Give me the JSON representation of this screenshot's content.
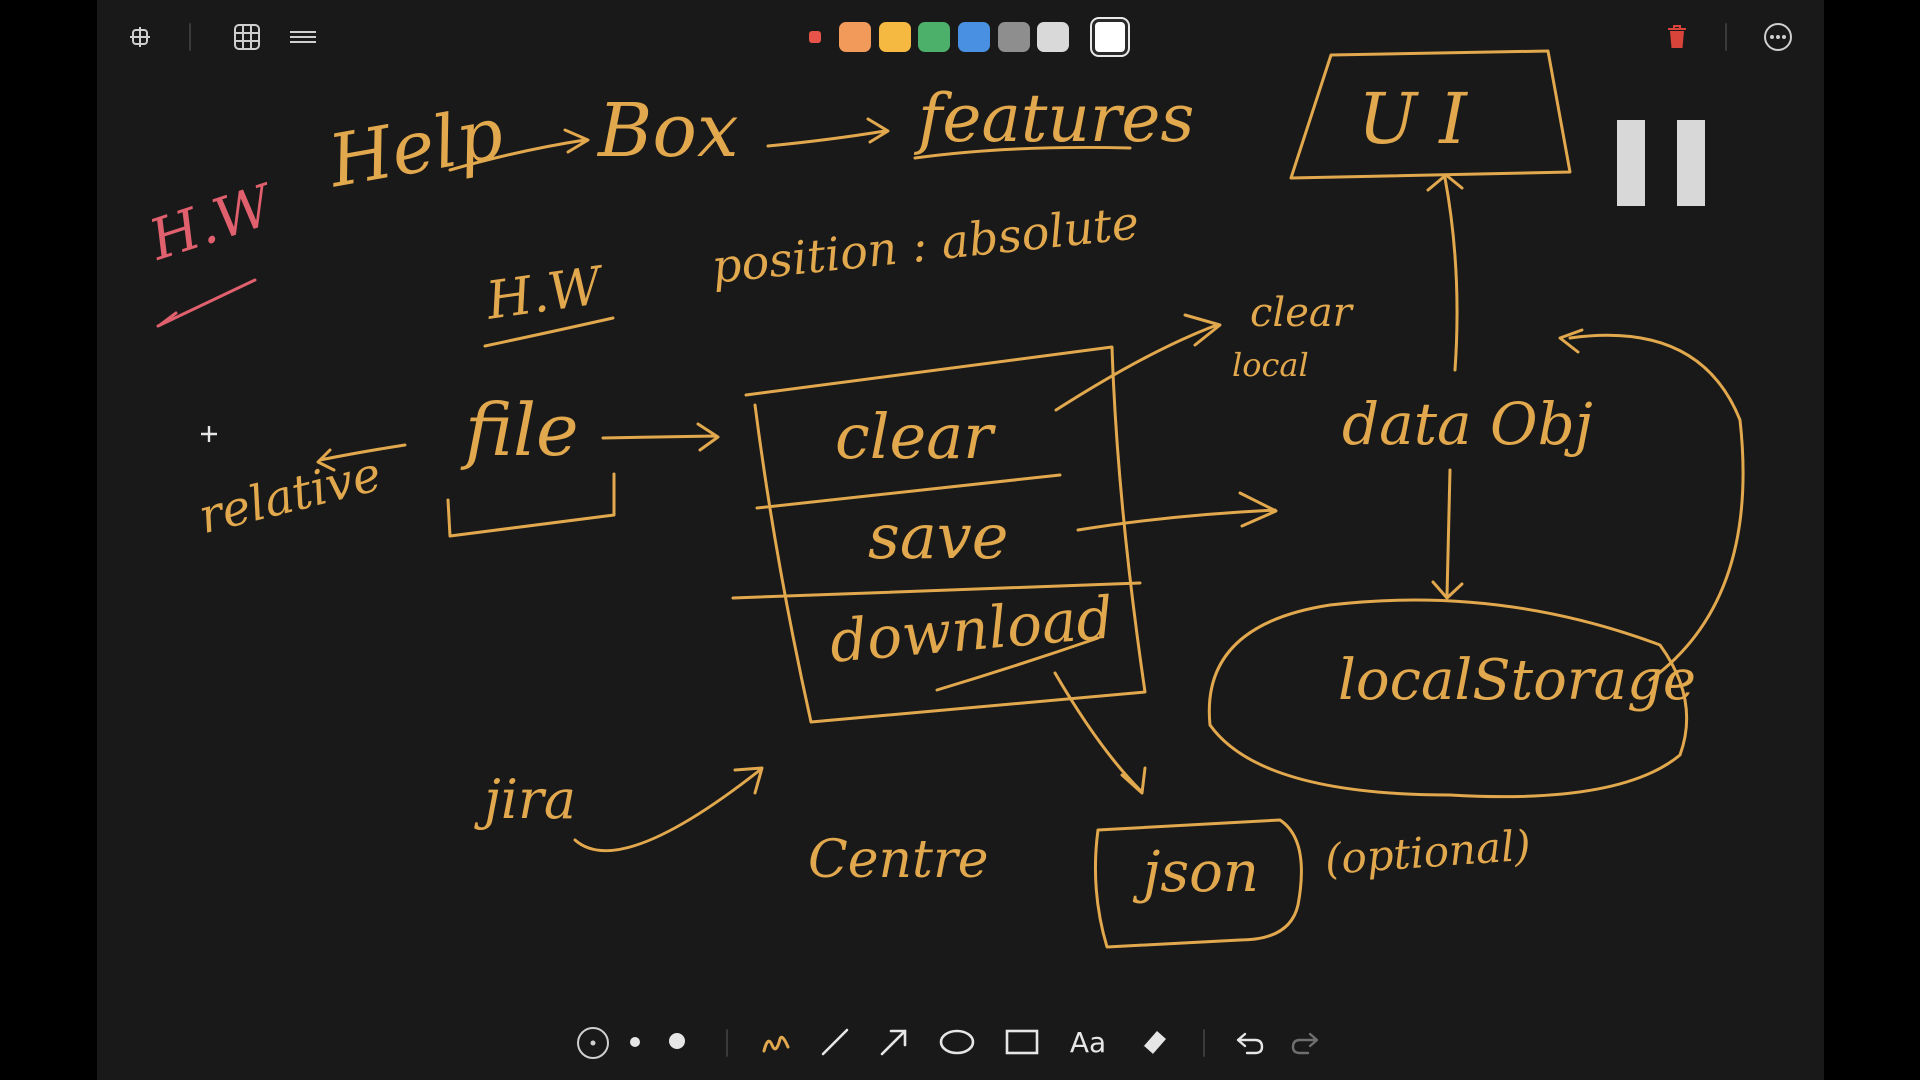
{
  "toolbar": {
    "left": [
      "fit-screen-icon",
      "grid-icon",
      "menu-icon"
    ],
    "right": [
      "trash-icon",
      "more-icon"
    ],
    "colors": [
      "#e8534a",
      "#f29a5a",
      "#f5b840",
      "#4caf6a",
      "#4a90e2",
      "#8e8e8e",
      "#d9d9d9",
      "#ffffff"
    ],
    "selected_color": "#ffffff",
    "accent_delete": "#d9443a"
  },
  "tools": {
    "items": [
      "laser-pointer-icon",
      "thin-stroke-icon",
      "thick-stroke-icon",
      "pen-icon",
      "line-icon",
      "arrow-icon",
      "ellipse-icon",
      "rectangle-icon",
      "text-tool-icon",
      "eraser-icon",
      "undo-icon",
      "redo-icon"
    ],
    "text_tool_label": "Aa"
  },
  "ink_color": "#e2a84d",
  "ink_red": "#e0606e",
  "board": {
    "help": "Help",
    "box": "Box",
    "features": "features",
    "hw_red": "H.W",
    "hw": "H.W",
    "position": "position : absolute",
    "file": "file",
    "relative": "relative",
    "clear": "clear",
    "save": "save",
    "download": "download",
    "clear_local_1": "clear",
    "clear_local_2": "local",
    "ui": "U I",
    "data_obj": "data Obj",
    "local_storage": "localStorage",
    "jira": "jira",
    "centre": "Centre",
    "json": "json",
    "optional": "(optional)"
  }
}
